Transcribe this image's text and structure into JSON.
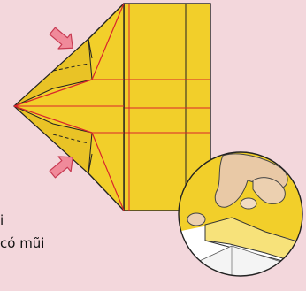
{
  "colors": {
    "background": "#f3d7dc",
    "paper": "#f2cf2a",
    "paper_dark": "#e2b81f",
    "crease_red": "#d9242c",
    "outline": "#222222",
    "arrow_fill": "#f08a9a",
    "arrow_stroke": "#c73a52",
    "skin": "#e9c9a6",
    "inset_bg": "#ffffff"
  },
  "illustration": {
    "arrows": [
      "push-arrow-top",
      "push-arrow-bottom"
    ],
    "inset": "hands-folding-closeup"
  },
  "captions": {
    "line1": "i",
    "line2": "có mũi",
    "line3": ""
  }
}
